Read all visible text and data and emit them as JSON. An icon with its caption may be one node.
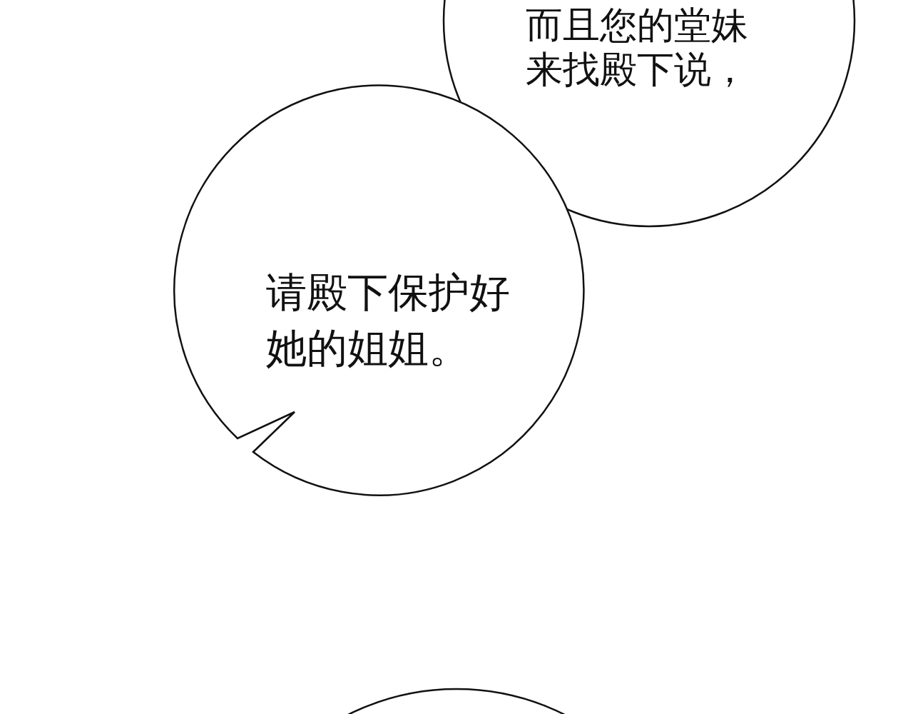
{
  "diagram": {
    "nodes": [
      {
        "text": [
          "而且您的堂妹来找殿下说，"
        ]
      },
      {
        "text": [
          "请殿下保护好她的姐姐。"
        ]
      },
      {
        "text": [],
        "shape": "circle"
      }
    ]
  }
}
